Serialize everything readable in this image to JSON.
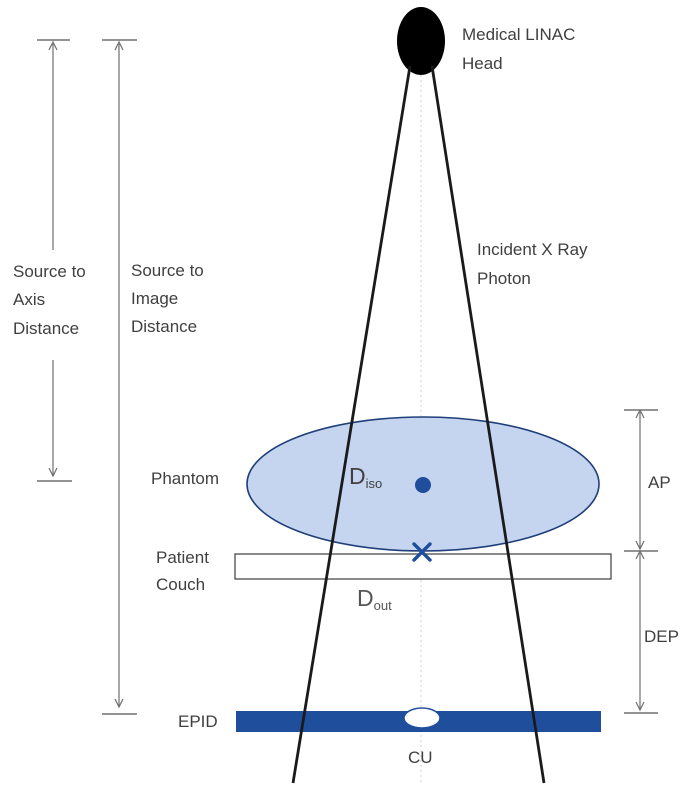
{
  "labels": {
    "head": [
      "Medical LINAC",
      "Head"
    ],
    "beam": [
      "Incident X Ray",
      "Photon"
    ],
    "sad": [
      "Source to",
      "Axis",
      "Distance"
    ],
    "sid": [
      "Source to",
      "Image",
      "Distance"
    ],
    "phantom": "Phantom",
    "couch": [
      "Patient",
      "Couch"
    ],
    "epid": "EPID",
    "cu": "CU",
    "ap": "AP",
    "dep": "DEP",
    "d_iso": {
      "base": "D",
      "sub": "iso"
    },
    "d_out": {
      "base": "D",
      "sub": "out"
    }
  },
  "colors": {
    "head": "#000000",
    "beam": "#1a1a1a",
    "phantom_fill": "#c6d5ef",
    "phantom_stroke": "#1f3f7a",
    "epid": "#1f4e9c",
    "iso_point": "#1f4e9c",
    "exit_marker": "#1f4e9c",
    "text": "#404040"
  }
}
